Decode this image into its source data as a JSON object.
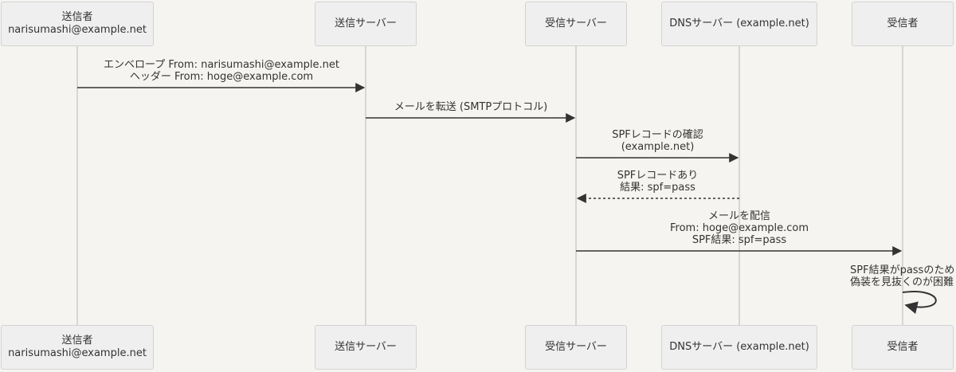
{
  "actors": [
    {
      "id": "sender",
      "lines": [
        "送信者",
        "narisumashi@example.net"
      ]
    },
    {
      "id": "send_server",
      "lines": [
        "送信サーバー"
      ]
    },
    {
      "id": "recv_server",
      "lines": [
        "受信サーバー"
      ]
    },
    {
      "id": "dns_server",
      "lines": [
        "DNSサーバー (example.net)"
      ]
    },
    {
      "id": "receiver",
      "lines": [
        "受信者"
      ]
    }
  ],
  "messages": [
    {
      "from": "sender",
      "to": "send_server",
      "style": "solid",
      "lines": [
        "エンベロープ From: narisumashi@example.net",
        "ヘッダー From: hoge@example.com"
      ]
    },
    {
      "from": "send_server",
      "to": "recv_server",
      "style": "solid",
      "lines": [
        "メールを転送 (SMTPプロトコル)"
      ]
    },
    {
      "from": "recv_server",
      "to": "dns_server",
      "style": "solid",
      "lines": [
        "SPFレコードの確認",
        "(example.net)"
      ]
    },
    {
      "from": "dns_server",
      "to": "recv_server",
      "style": "dashed",
      "lines": [
        "SPFレコードあり",
        "結果: spf=pass"
      ]
    },
    {
      "from": "recv_server",
      "to": "receiver",
      "style": "solid",
      "lines": [
        "メールを配信",
        "From: hoge@example.com",
        "SPF結果: spf=pass"
      ]
    },
    {
      "from": "receiver",
      "to": "receiver",
      "style": "self",
      "lines": [
        "SPF結果がpassのため",
        "偽装を見抜くのが困難"
      ]
    }
  ],
  "colors": {
    "background": "#f5f4f0",
    "actor_fill": "#efefef",
    "actor_border": "#d3d3d3",
    "lifeline": "#cccccc",
    "arrow": "#333333"
  }
}
